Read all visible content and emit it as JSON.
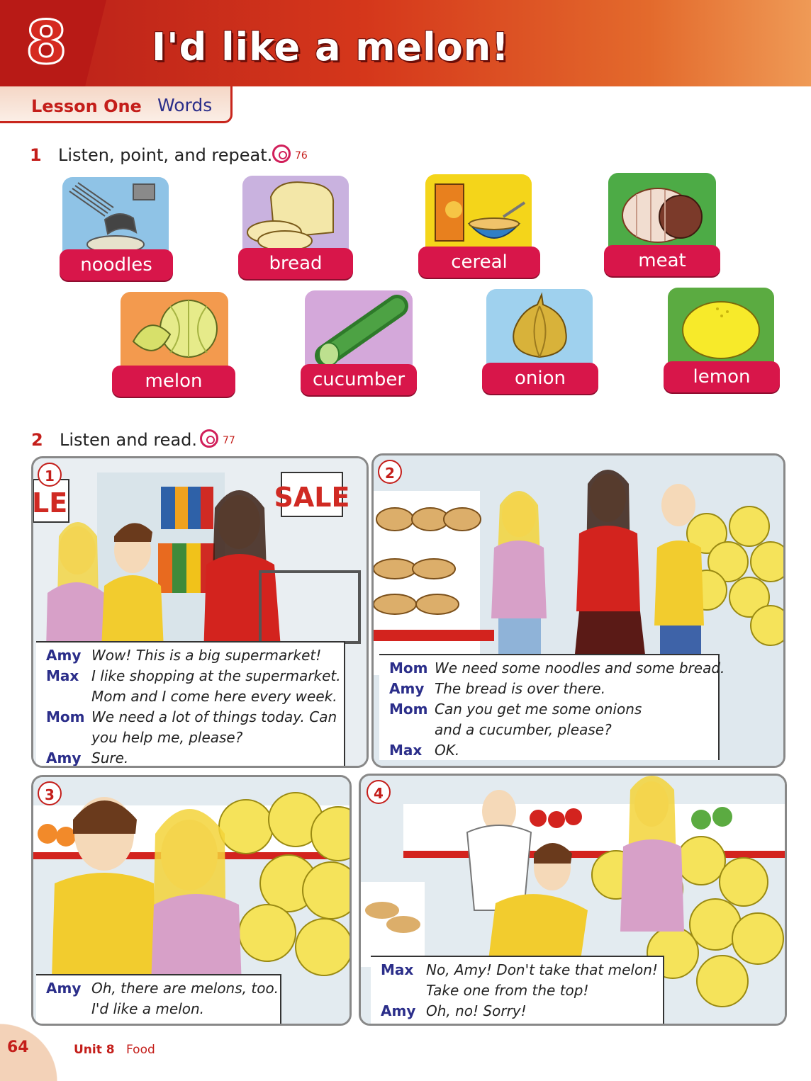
{
  "header": {
    "unit_number": "8",
    "title": "I'd like a melon!"
  },
  "lesson": {
    "name": "Lesson One",
    "topic": "Words"
  },
  "section1": {
    "number": "1",
    "instruction": "Listen, point, and repeat.",
    "track": "76"
  },
  "words": [
    {
      "label": "noodles",
      "bg": "#8fc3e6"
    },
    {
      "label": "bread",
      "bg": "#c9b2df"
    },
    {
      "label": "cereal",
      "bg": "#f4d51a"
    },
    {
      "label": "meat",
      "bg": "#4dab46"
    },
    {
      "label": "melon",
      "bg": "#f39a4e"
    },
    {
      "label": "cucumber",
      "bg": "#d4a8da"
    },
    {
      "label": "onion",
      "bg": "#9fd1ee"
    },
    {
      "label": "lemon",
      "bg": "#5bab41"
    }
  ],
  "section2": {
    "number": "2",
    "instruction": "Listen and read.",
    "track": "77"
  },
  "panels": [
    {
      "number": "1",
      "signs": [
        "SALE",
        "LE"
      ],
      "lines": [
        {
          "speaker": "Amy",
          "text": "Wow! This is a big supermarket!"
        },
        {
          "speaker": "Max",
          "text": "I like shopping at the supermarket."
        },
        {
          "speaker": "",
          "text": "Mom and I come here every week."
        },
        {
          "speaker": "Mom",
          "text": "We need a lot of things today. Can"
        },
        {
          "speaker": "",
          "text": "you help me, please?"
        },
        {
          "speaker": "Amy",
          "text": "Sure."
        }
      ]
    },
    {
      "number": "2",
      "lines": [
        {
          "speaker": "Mom",
          "text": "We need some noodles and some bread."
        },
        {
          "speaker": "Amy",
          "text": "The bread is over there."
        },
        {
          "speaker": "Mom",
          "text": "Can you get me some onions"
        },
        {
          "speaker": "",
          "text": "and a cucumber, please?"
        },
        {
          "speaker": "Max",
          "text": "OK."
        }
      ]
    },
    {
      "number": "3",
      "lines": [
        {
          "speaker": "Amy",
          "text": "Oh, there are melons, too."
        },
        {
          "speaker": "",
          "text": "I'd like a melon."
        }
      ]
    },
    {
      "number": "4",
      "lines": [
        {
          "speaker": "Max",
          "text": "No, Amy! Don't take that melon!"
        },
        {
          "speaker": "",
          "text": "Take one from the top!"
        },
        {
          "speaker": "Amy",
          "text": "Oh, no! Sorry!"
        }
      ]
    }
  ],
  "footer": {
    "page_number": "64",
    "unit": "Unit 8",
    "topic": "Food"
  }
}
